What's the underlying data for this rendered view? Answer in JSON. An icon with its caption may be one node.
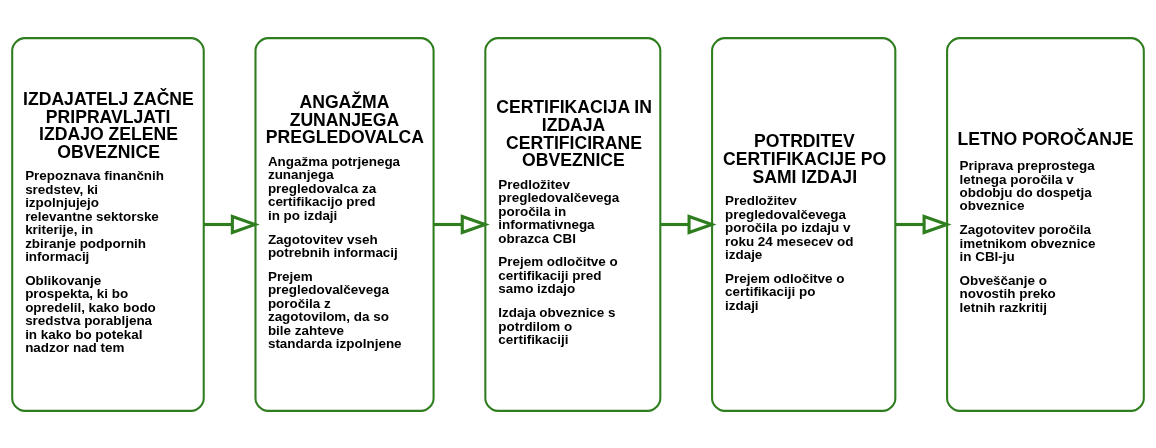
{
  "diagram": {
    "nodes": [
      {
        "text": [
          "IZDAJATELJ ZAČNE PRIPRAVLJATI IZDAJO ZELENE OBVEZNICE",
          "Prepoznava finančnih sredstev, ki izpolnjujejo relevantne sektorske kriterije, in zbiranje podpornih informacij",
          "Oblikovanje prospekta, ki bo opredelil, kako bodo sredstva porabljena in kako bo potekal nadzor nad tem"
        ]
      },
      {
        "text": [
          "ANGAŽMA ZUNANJEGA PREGLEDOVALCA",
          "Angažma potrjenega zunanjega pregledovalca za certifikacijo pred in po izdaji",
          "Zagotovitev vseh potrebnih informacij",
          "Prejem pregledovalčevega poročila z zagotovilom, da so bile zahteve standarda izpolnjene"
        ]
      },
      {
        "text": [
          "CERTIFIKACIJA IN IZDAJA CERTIFICIRANE OBVEZNICE",
          "Predložitev pregledovalčevega poročila in informativnega obrazca CBI",
          "Prejem odločitve o certifikaciji pred samo izdajo",
          "Izdaja obveznice s potrdilom o certifikaciji"
        ]
      },
      {
        "text": [
          "POTRDITEV CERTIFIKACIJE PO SAMI IZDAJI",
          "Predložitev pregledovalčevega poročila po izdaju v roku 24 mesecev od izdaje",
          "Prejem odločitve o certifikaciji po izdaji"
        ]
      },
      {
        "text": [
          "LETNO POROČANJE",
          "Priprava preprostega letnega poročila v obdobju do dospetja obveznice",
          "Zagotovitev poročila imetnikom obveznice in CBI-ju",
          "Obveščanje o novostih preko letnih razkritij"
        ]
      }
    ],
    "edges": [
      {
        "from": 0,
        "to": 1,
        "arrow": "to"
      },
      {
        "from": 1,
        "to": 2,
        "arrow": "to"
      },
      {
        "from": 2,
        "to": 3,
        "arrow": "to"
      },
      {
        "from": 3,
        "to": 4,
        "arrow": "to"
      }
    ]
  }
}
